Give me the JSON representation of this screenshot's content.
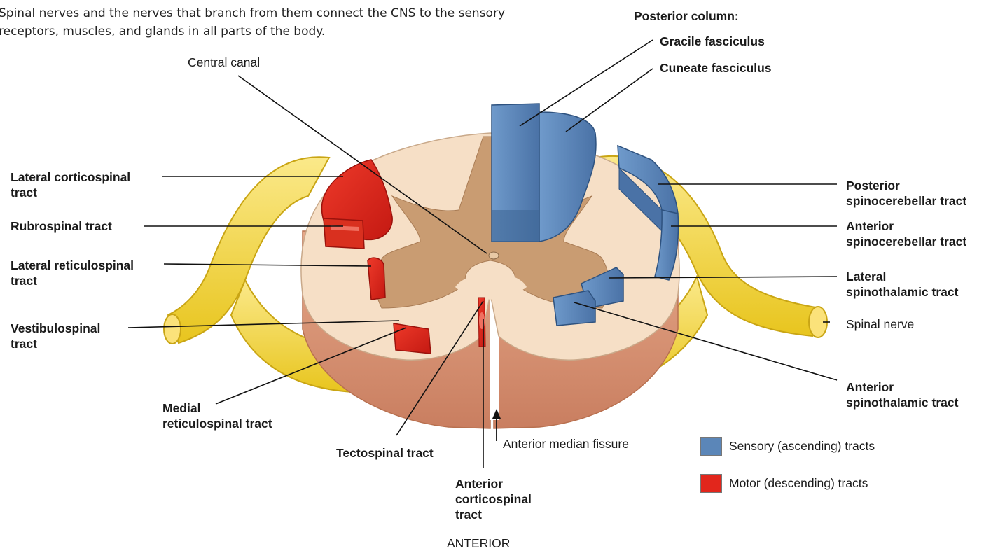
{
  "caption": "Spinal nerves and the nerves that branch from them connect the CNS to the sensory receptors, muscles, and glands in all parts of the body.",
  "labels": {
    "central_canal": "Central canal",
    "posterior_column": "Posterior column:",
    "gracile": "Gracile fasciculus",
    "cuneate": "Cuneate fasciculus",
    "lateral_corticospinal": "Lateral corticospinal\ntract",
    "rubrospinal": "Rubrospinal tract",
    "lateral_reticulospinal": "Lateral reticulospinal\ntract",
    "vestibulospinal": "Vestibulospinal\ntract",
    "medial_reticulospinal": "Medial\nreticulospinal tract",
    "tectospinal": "Tectospinal tract",
    "anterior_corticospinal": "Anterior\ncorticospinal\ntract",
    "anterior_median_fissure": "Anterior median fissure",
    "posterior_spinocerebellar": "Posterior\nspinocerebellar tract",
    "anterior_spinocerebellar": "Anterior\nspinocerebellar tract",
    "lateral_spinothalamic": "Lateral\nspinothalamic tract",
    "spinal_nerve": "Spinal nerve",
    "anterior_spinothalamic": "Anterior\nspinothalamic tract",
    "anterior": "ANTERIOR"
  },
  "legend": [
    {
      "label": "Sensory (ascending) tracts",
      "color": "#5b86b8"
    },
    {
      "label": "Motor (descending) tracts",
      "color": "#e2261c"
    }
  ],
  "colors": {
    "sensory": "#5b86b8",
    "motor": "#e2261c",
    "white_matter": "#f6dfc6",
    "gray_matter": "#c99c72",
    "nerve": "#f3d73a",
    "cord_side": "#d99877"
  }
}
